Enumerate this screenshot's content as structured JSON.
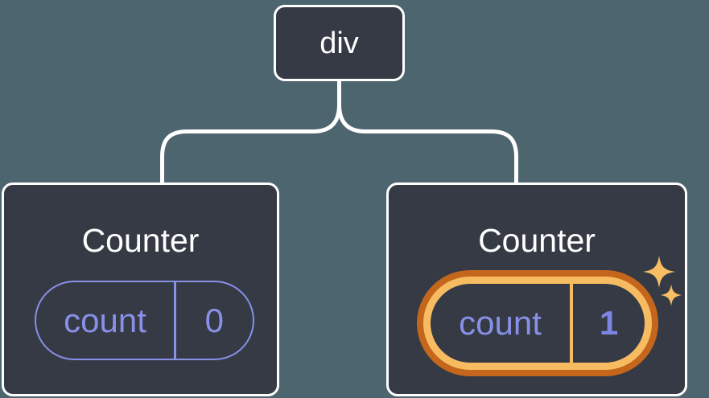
{
  "diagram": {
    "kind": "component-tree",
    "root": {
      "label": "div"
    },
    "children": [
      {
        "title": "Counter",
        "state_key": "count",
        "state_value": "0",
        "highlighted": false
      },
      {
        "title": "Counter",
        "state_key": "count",
        "state_value": "1",
        "highlighted": true
      }
    ]
  },
  "icons": [
    {
      "name": "sparkle-large-icon",
      "meaning": "state updated highlight"
    },
    {
      "name": "sparkle-small-icon",
      "meaning": "state updated highlight"
    }
  ],
  "colors": {
    "background": "#4D656F",
    "node_background": "#353A45",
    "node_border": "#FFFFFF",
    "connector_line": "#FFFFFF",
    "state_purple": "#8890E8",
    "value_purple_bold": "#7D87E3",
    "highlight_orange_dark": "#C4671D",
    "highlight_gold": "#F7BC62",
    "sparkle_gold": "#F9BD63"
  }
}
